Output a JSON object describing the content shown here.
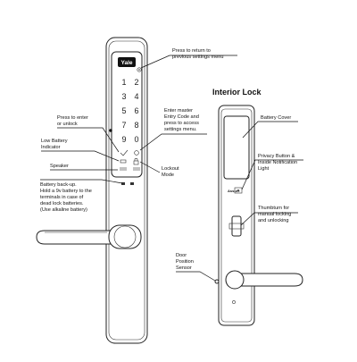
{
  "exterior": {
    "brand": "Yale",
    "keys": [
      "1",
      "2",
      "3",
      "4",
      "5",
      "6",
      "7",
      "8",
      "9",
      "0"
    ],
    "callouts": {
      "press_return": [
        "Press to return to",
        "previous settings menu"
      ],
      "enter_master": [
        "Enter master",
        "Entry Code and",
        "press to access",
        "settings menu."
      ],
      "press_enter": [
        "Press to enter",
        "or unlock"
      ],
      "low_battery": [
        "Low Battery",
        "Indicator"
      ],
      "speaker": [
        "Speaker"
      ],
      "lockout": [
        "Lockout",
        "Mode"
      ],
      "battery_backup": [
        "Battery back-up.",
        "Hold a 9v battery to the",
        "terminals in case of",
        "dead lock batteries.",
        "(Use alkaline battery)"
      ]
    }
  },
  "interior": {
    "title": "Interior Lock",
    "privacy_label": "Assure",
    "callouts": {
      "battery_cover": [
        "Battery Cover"
      ],
      "privacy": [
        "Privacy Button &",
        "Inside Notification",
        "Light"
      ],
      "thumbturn": [
        "Thumbturn for",
        "manual locking",
        "and unlocking"
      ],
      "door_sensor": [
        "Door",
        "Position",
        "Sensor"
      ]
    }
  }
}
